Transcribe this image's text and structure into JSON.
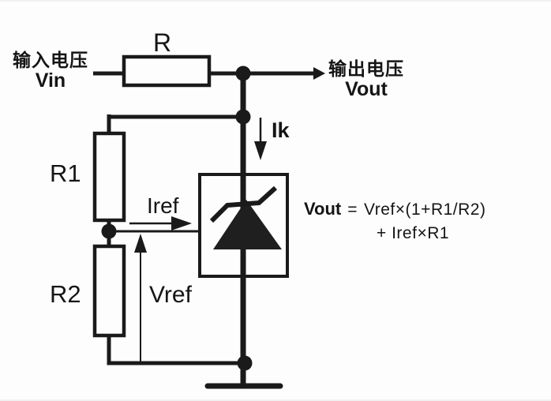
{
  "labels": {
    "input_cn": "输入电压",
    "input_en": "Vin",
    "output_cn": "输出电压",
    "output_en": "Vout",
    "resistor_top": "R",
    "resistor_r1": "R1",
    "resistor_r2": "R2",
    "current_ik": "Ik",
    "current_iref": "Iref",
    "voltage_vref": "Vref"
  },
  "formula": {
    "lhs": "Vout",
    "equals": "=",
    "line1": "Vref×(1+R1/R2)",
    "line2": "+ Iref×R1"
  },
  "colors": {
    "line": "#1a1a1a",
    "background": "#fdfdfd"
  }
}
